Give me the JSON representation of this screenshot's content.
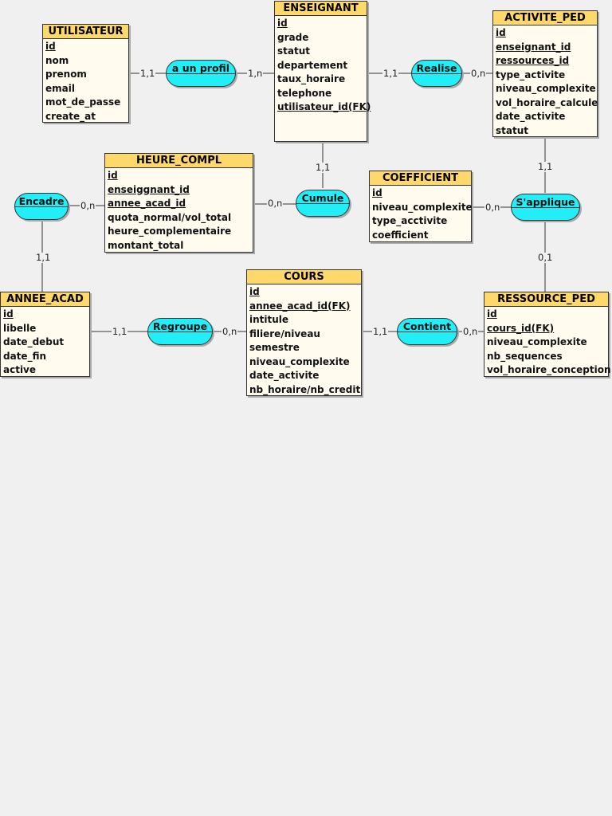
{
  "entities": {
    "utilisateur": {
      "title": "UTILISATEUR",
      "attributes": [
        {
          "name": "id",
          "key": true
        },
        {
          "name": "nom"
        },
        {
          "name": "prenom"
        },
        {
          "name": "email"
        },
        {
          "name": "mot_de_passe"
        },
        {
          "name": "create_at"
        }
      ]
    },
    "enseignant": {
      "title": "ENSEIGNANT",
      "attributes": [
        {
          "name": "id",
          "key": true
        },
        {
          "name": "grade"
        },
        {
          "name": "statut"
        },
        {
          "name": "departement"
        },
        {
          "name": "taux_horaire"
        },
        {
          "name": "telephone"
        },
        {
          "name": "utilisateur_id(FK)",
          "key": true
        }
      ]
    },
    "activite_ped": {
      "title": "ACTIVITE_PED",
      "attributes": [
        {
          "name": "id",
          "key": true
        },
        {
          "name": "enseignant_id",
          "key": true
        },
        {
          "name": "ressources_id",
          "key": true
        },
        {
          "name": "type_activite"
        },
        {
          "name": "niveau_complexite"
        },
        {
          "name": "vol_horaire_calcule"
        },
        {
          "name": "date_activite"
        },
        {
          "name": "statut"
        }
      ]
    },
    "heure_compl": {
      "title": "HEURE_COMPL",
      "attributes": [
        {
          "name": "id",
          "key": true
        },
        {
          "name": "enseiggnant_id",
          "key": true
        },
        {
          "name": "annee_acad_id",
          "key": true
        },
        {
          "name": "quota_normal/vol_total"
        },
        {
          "name": "heure_complementaire"
        },
        {
          "name": "montant_total"
        }
      ]
    },
    "coefficient": {
      "title": "COEFFICIENT",
      "attributes": [
        {
          "name": "id",
          "key": true
        },
        {
          "name": "niveau_complexite"
        },
        {
          "name": "type_acctivite"
        },
        {
          "name": "coefficient"
        }
      ]
    },
    "annee_acad": {
      "title": "ANNEE_ACAD",
      "attributes": [
        {
          "name": "id",
          "key": true
        },
        {
          "name": "libelle"
        },
        {
          "name": "date_debut"
        },
        {
          "name": "date_fin"
        },
        {
          "name": "active"
        }
      ]
    },
    "cours": {
      "title": "COURS",
      "attributes": [
        {
          "name": "id",
          "key": true
        },
        {
          "name": "annee_acad_id(FK)",
          "key": true
        },
        {
          "name": "intitule"
        },
        {
          "name": "filiere/niveau"
        },
        {
          "name": "semestre"
        },
        {
          "name": "niveau_complexite"
        },
        {
          "name": "date_activite"
        },
        {
          "name": "nb_horaire/nb_credit"
        }
      ]
    },
    "ressource_ped": {
      "title": "RESSOURCE_PED",
      "attributes": [
        {
          "name": "id",
          "key": true
        },
        {
          "name": "cours_id(FK)",
          "key": true
        },
        {
          "name": "niveau_complexite"
        },
        {
          "name": "nb_sequences"
        },
        {
          "name": "vol_horaire_conception"
        }
      ]
    }
  },
  "relations": {
    "a_un_profil": "a un profil",
    "realise": "Realise",
    "cumule": "Cumule",
    "encadre": "Encadre",
    "s_applique": "S'applique",
    "regroupe": "Regroupe",
    "contient": "Contient"
  },
  "cardinalities": {
    "utilisateur_profil": "1,1",
    "profil_enseignant": "1,n",
    "enseignant_realise": "1,1",
    "realise_activite": "0,n",
    "enseignant_cumule": "1,1",
    "heure_cumule": "0,n",
    "heure_encadre": "0,n",
    "encadre_annee": "1,1",
    "activite_sapplique": "1,1",
    "coefficient_sapplique": "0,n",
    "sapplique_ressource": "0,1",
    "annee_regroupe": "1,1",
    "regroupe_cours": "0,n",
    "cours_contient": "1,1",
    "contient_ressource": "0,n"
  }
}
